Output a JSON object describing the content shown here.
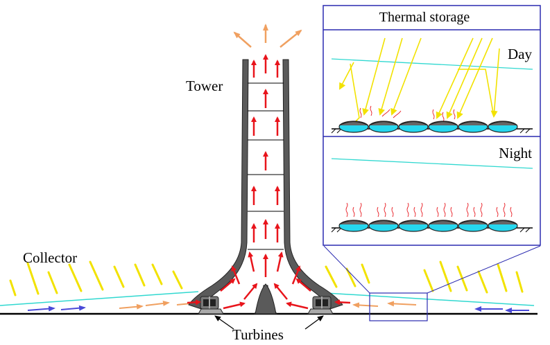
{
  "labels": {
    "tower": "Tower",
    "collector": "Collector",
    "turbines": "Turbines",
    "inset_title": "Thermal storage",
    "day": "Day",
    "night": "Night"
  },
  "colors": {
    "hot_air": "#e8141b",
    "warm_air": "#f0a060",
    "cool_air": "#4a4ad8",
    "sun": "#f2e200",
    "collector_roof": "#30d8d0",
    "storage_water": "#26d7ee",
    "tower_wall": "#5a5a5a",
    "inset_frame": "#2a2ab0"
  }
}
